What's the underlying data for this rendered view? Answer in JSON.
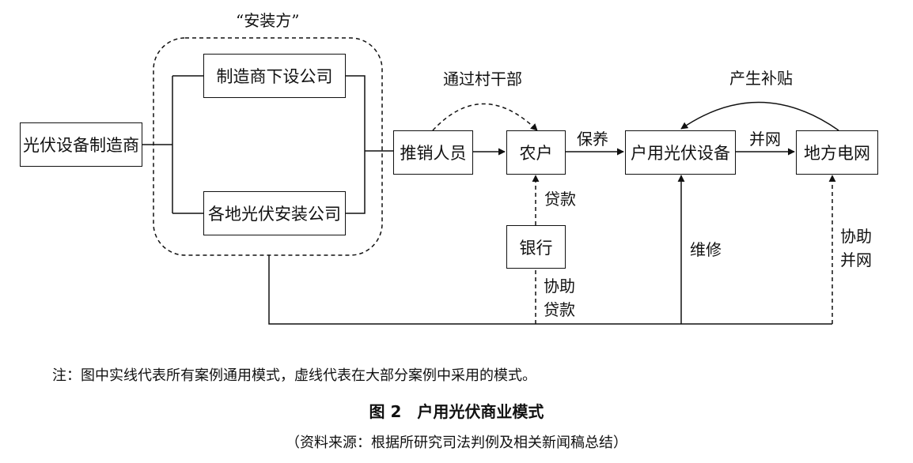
{
  "installer_group_label": "“安装方”",
  "nodes": {
    "manufacturer": "光伏设备制造商",
    "subsidiary": "制造商下设公司",
    "local_installer": "各地光伏安装公司",
    "sales": "推销人员",
    "farmer": "农户",
    "equipment": "户用光伏设备",
    "grid": "地方电网",
    "bank": "银行"
  },
  "edge_labels": {
    "via_village": "通过村干部",
    "maintenance_contract": "保养",
    "grid_connection": "并网",
    "subsidy": "产生补贴",
    "loan": "贷款",
    "repair": "维修",
    "assist_loan": [
      "协助",
      "贷款"
    ],
    "assist_grid": [
      "协助",
      "并网"
    ]
  },
  "note": "注：图中实线代表所有案例通用模式，虚线代表在大部分案例中采用的模式。",
  "figure_title": "图 2　户用光伏商业模式",
  "source": "（资料来源：根据所研究司法判例及相关新闻稿总结）"
}
